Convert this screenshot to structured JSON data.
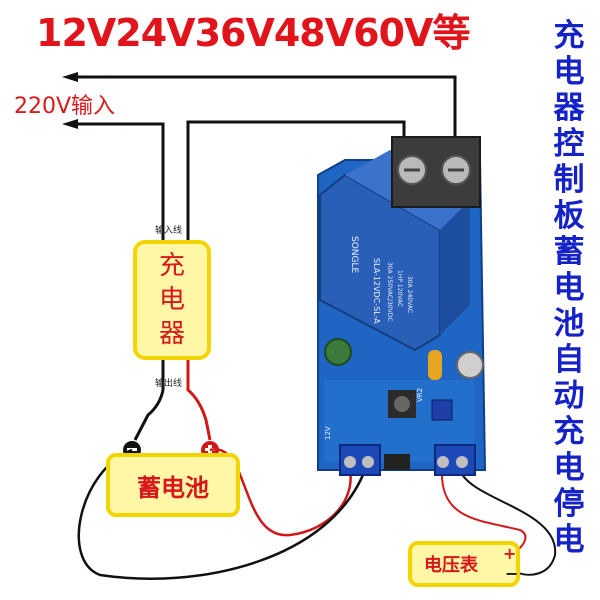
{
  "title": "12V24V36V48V60V等",
  "side_title": "充电器控制板蓄电池自动充电停电",
  "input_label": "220V输入",
  "charger_box": {
    "label": "充电器"
  },
  "input_wire_label": "输入线",
  "output_wire_label": "输出线",
  "battery_box": {
    "label": "蓄电池"
  },
  "voltmeter_box": {
    "label": "电压表"
  },
  "terminal_symbols": {
    "plus": "+",
    "minus": "−"
  },
  "board_markings": {
    "relay_brand": "SONGLE",
    "relay_model": "SLA-12VDC-SL-A",
    "relay_rating_1": "30A 250VAC/30VDC",
    "relay_rating_2": "1HP 120VAC",
    "relay_rating_3": "30A 240VAC",
    "board_label_vr": "VR2",
    "board_label_12v": "12V"
  },
  "colors": {
    "title": "#e2141b",
    "side_title": "#1522c8",
    "wire_black": "#111111",
    "wire_red": "#d01818",
    "box_fill": "#fff7a6",
    "box_border": "#f2d500",
    "pcb": "#1f66c4",
    "relay": "#2a5fb8"
  }
}
